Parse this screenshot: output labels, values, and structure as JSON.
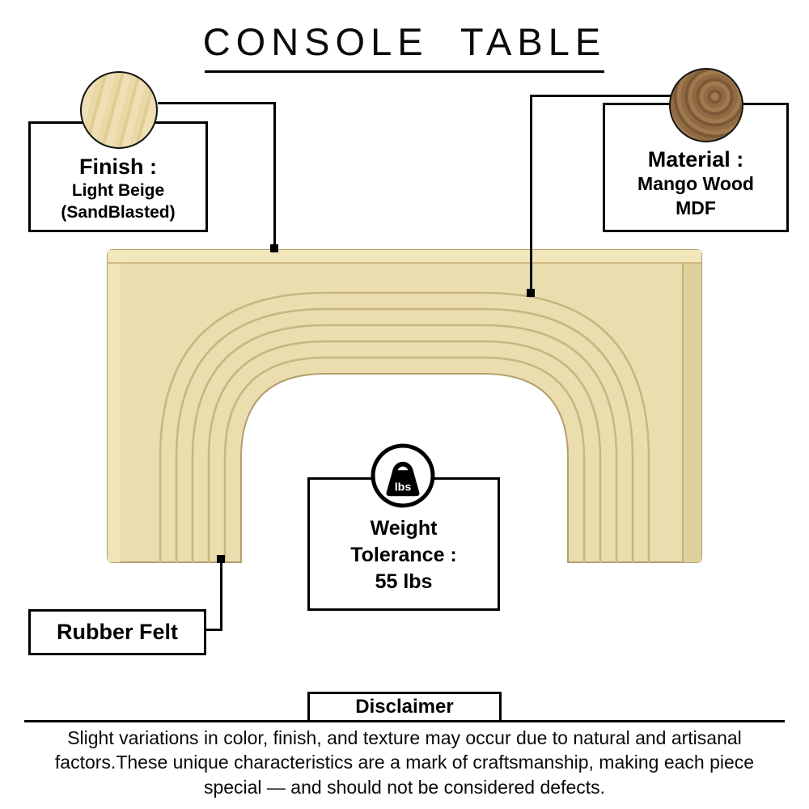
{
  "title": {
    "text": "CONSOLE  TABLE"
  },
  "callouts": {
    "finish": {
      "heading": "Finish :",
      "line1": "Light Beige",
      "line2": "(SandBlasted)"
    },
    "material": {
      "heading": "Material :",
      "line1": "Mango Wood",
      "line2": "MDF"
    },
    "weight": {
      "line1": "Weight",
      "line2": "Tolerance :",
      "line3": "55 lbs",
      "icon_text": "lbs"
    },
    "rubber_felt": {
      "label": "Rubber Felt"
    }
  },
  "disclaimer": {
    "heading": "Disclaimer",
    "body": "Slight variations in color, finish, and texture may occur due to natural and artisanal factors.These unique characteristics are a mark of craftsmanship, making each piece special — and should not be considered defects."
  },
  "colors": {
    "line_black": "#000000",
    "table_wood": "#eaddae",
    "table_wood_edge": "#b3a06d",
    "table_groove": "#c9b582",
    "table_top_strip": "#f2e6bb",
    "table_side_band": "#e0d09c",
    "arch_fill": "#ffffff",
    "finish_swatch_base": "#e6d6a2",
    "material_swatch_base": "#8a6844"
  }
}
